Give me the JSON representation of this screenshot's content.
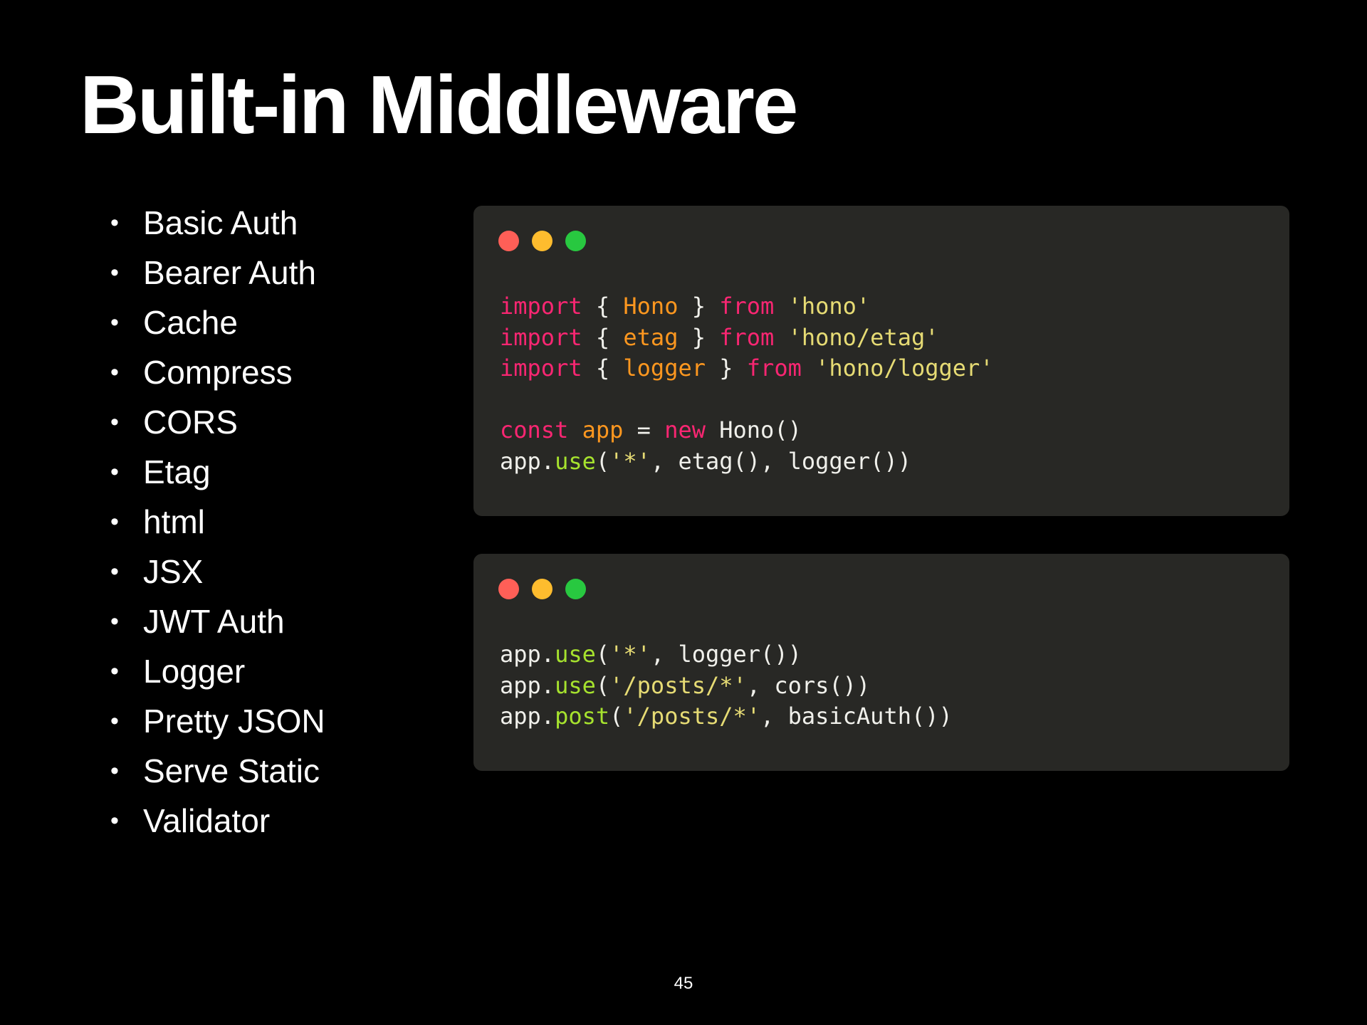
{
  "slide": {
    "title": "Built-in Middleware",
    "page_number": "45",
    "bullet_glyph": "•",
    "middleware_list": [
      "Basic Auth",
      "Bearer Auth",
      "Cache",
      "Compress",
      "CORS",
      "Etag",
      "html",
      "JSX",
      "JWT Auth",
      "Logger",
      "Pretty JSON",
      "Serve Static",
      "Validator"
    ]
  },
  "code_block_1": {
    "window_dots": [
      "red",
      "yellow",
      "green"
    ],
    "lines": [
      [
        [
          "kw",
          "import"
        ],
        [
          "p",
          " { "
        ],
        [
          "id",
          "Hono"
        ],
        [
          "p",
          " } "
        ],
        [
          "kw",
          "from"
        ],
        [
          "p",
          " "
        ],
        [
          "str",
          "'hono'"
        ]
      ],
      [
        [
          "kw",
          "import"
        ],
        [
          "p",
          " { "
        ],
        [
          "id",
          "etag"
        ],
        [
          "p",
          " } "
        ],
        [
          "kw",
          "from"
        ],
        [
          "p",
          " "
        ],
        [
          "str",
          "'hono/etag'"
        ]
      ],
      [
        [
          "kw",
          "import"
        ],
        [
          "p",
          " { "
        ],
        [
          "id",
          "logger"
        ],
        [
          "p",
          " } "
        ],
        [
          "kw",
          "from"
        ],
        [
          "p",
          " "
        ],
        [
          "str",
          "'hono/logger'"
        ]
      ],
      [],
      [
        [
          "kw",
          "const"
        ],
        [
          "p",
          " "
        ],
        [
          "id",
          "app"
        ],
        [
          "p",
          " = "
        ],
        [
          "kw",
          "new"
        ],
        [
          "p",
          " Hono()"
        ]
      ],
      [
        [
          "p",
          "app."
        ],
        [
          "fn",
          "use"
        ],
        [
          "p",
          "("
        ],
        [
          "str",
          "'*'"
        ],
        [
          "p",
          ", etag(), logger())"
        ]
      ]
    ]
  },
  "code_block_2": {
    "window_dots": [
      "red",
      "yellow",
      "green"
    ],
    "lines": [
      [
        [
          "p",
          "app."
        ],
        [
          "fn",
          "use"
        ],
        [
          "p",
          "("
        ],
        [
          "str",
          "'*'"
        ],
        [
          "p",
          ", logger())"
        ]
      ],
      [
        [
          "p",
          "app."
        ],
        [
          "fn",
          "use"
        ],
        [
          "p",
          "("
        ],
        [
          "str",
          "'/posts/*'"
        ],
        [
          "p",
          ", cors())"
        ]
      ],
      [
        [
          "p",
          "app."
        ],
        [
          "fn",
          "post"
        ],
        [
          "p",
          "("
        ],
        [
          "str",
          "'/posts/*'"
        ],
        [
          "p",
          ", basicAuth())"
        ]
      ]
    ]
  },
  "colors": {
    "background": "#000000",
    "window_background": "#282825",
    "keyword": "#f92672",
    "identifier": "#fd971f",
    "string": "#e6db74",
    "function": "#a6e22e",
    "plain_code": "#f0f0eb",
    "dot_red": "#ff5f57",
    "dot_yellow": "#febc2e",
    "dot_green": "#28c840"
  }
}
